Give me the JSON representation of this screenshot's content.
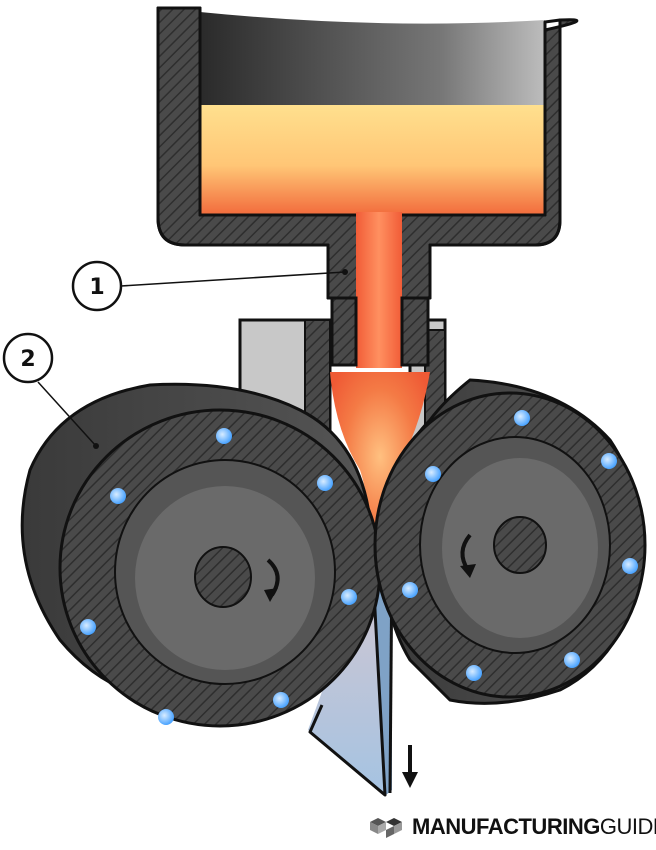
{
  "callouts": [
    {
      "id": "1",
      "label": "1"
    },
    {
      "id": "2",
      "label": "2"
    }
  ],
  "brand": {
    "bold": "MANUFACTURING",
    "light": "GUIDE"
  },
  "icons": [
    "downward-arrow-icon",
    "rotation-arrow-icon",
    "brand-logo-icon"
  ],
  "colors": {
    "steel": "#4a4a4a",
    "steel_dark": "#2c2c2c",
    "melt_hot": "#f0603a",
    "melt_light": "#ffd98a",
    "strip": "#a8c4e0",
    "cooling_hole": "#6cb3ff",
    "guide_plate": "#c8c8c8"
  }
}
